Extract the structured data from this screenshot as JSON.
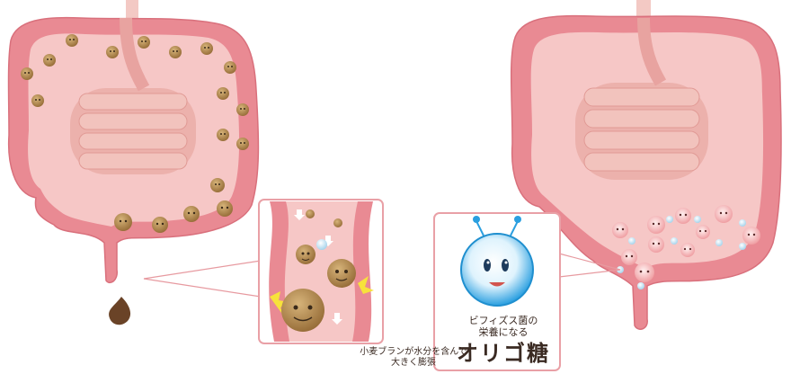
{
  "left_panel": {
    "caption_line1": "小麦ブランが水分を含んで",
    "caption_line2": "大きく膨張"
  },
  "right_panel": {
    "caption_line1": "ビフィズス菌の",
    "caption_line2": "栄養になる",
    "title": "オリゴ糖"
  },
  "colors": {
    "intestine": "#e98a93",
    "intestine_inner": "#f6c7c6",
    "small_intestine": "#e8a3a0",
    "bran": "#a57b43",
    "bacteria_face": "#f4c5c4",
    "blue_bubble": "#8fc3e0",
    "mascot": "#2a9fe0"
  }
}
